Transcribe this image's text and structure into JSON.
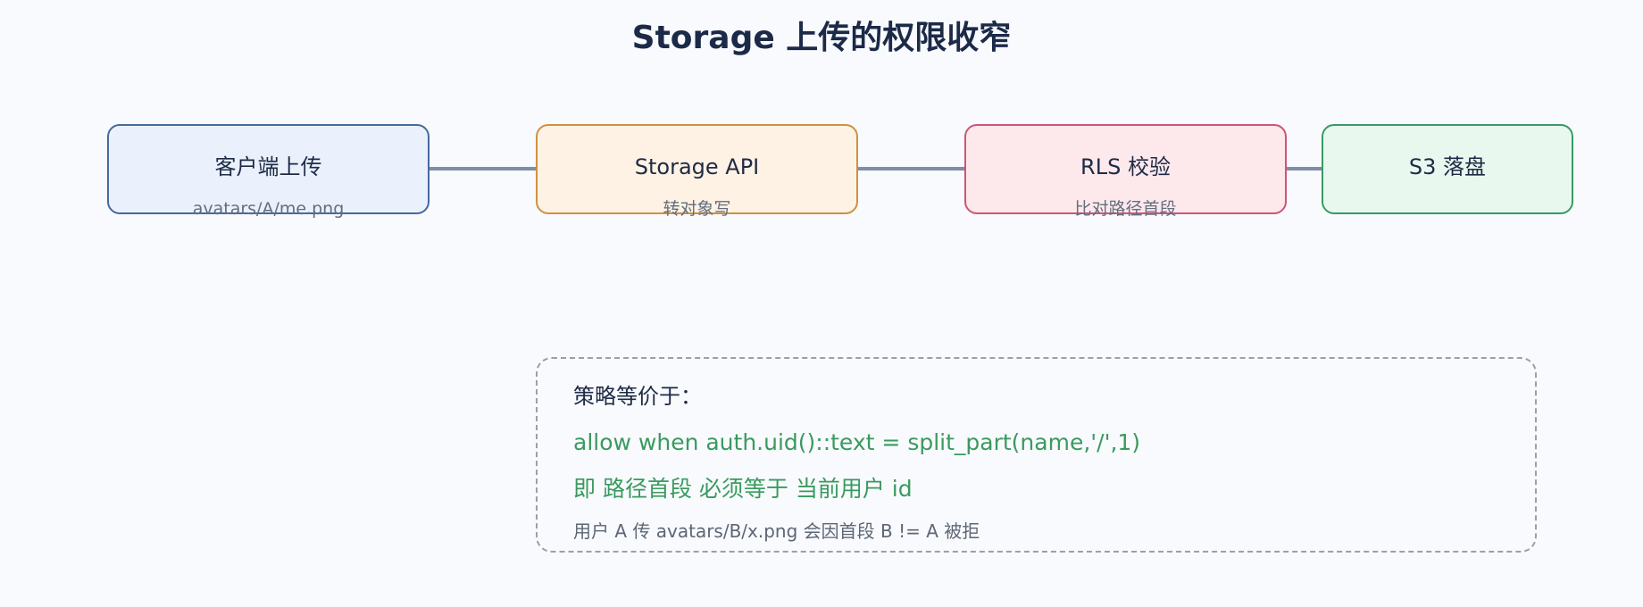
{
  "title": "Storage 上传的权限收窄",
  "flow": {
    "nodes": [
      {
        "label": "客户端上传",
        "sub": "avatars/A/me.png",
        "color": "#46699f"
      },
      {
        "label": "Storage API",
        "sub": "转对象写",
        "color": "#cf913f"
      },
      {
        "label": "RLS 校验",
        "sub": "比对路径首段",
        "color": "#cc5678"
      },
      {
        "label": "S3 落盘",
        "color": "#3a9a64"
      }
    ]
  },
  "policy": {
    "heading": "策略等价于：",
    "rule": "allow when auth.uid()::text = split_part(name,'/',1)",
    "meaning": "即 路径首段 必须等于 当前用户 id",
    "example": "用户 A 传 avatars/B/x.png 会因首段 B != A 被拒"
  }
}
